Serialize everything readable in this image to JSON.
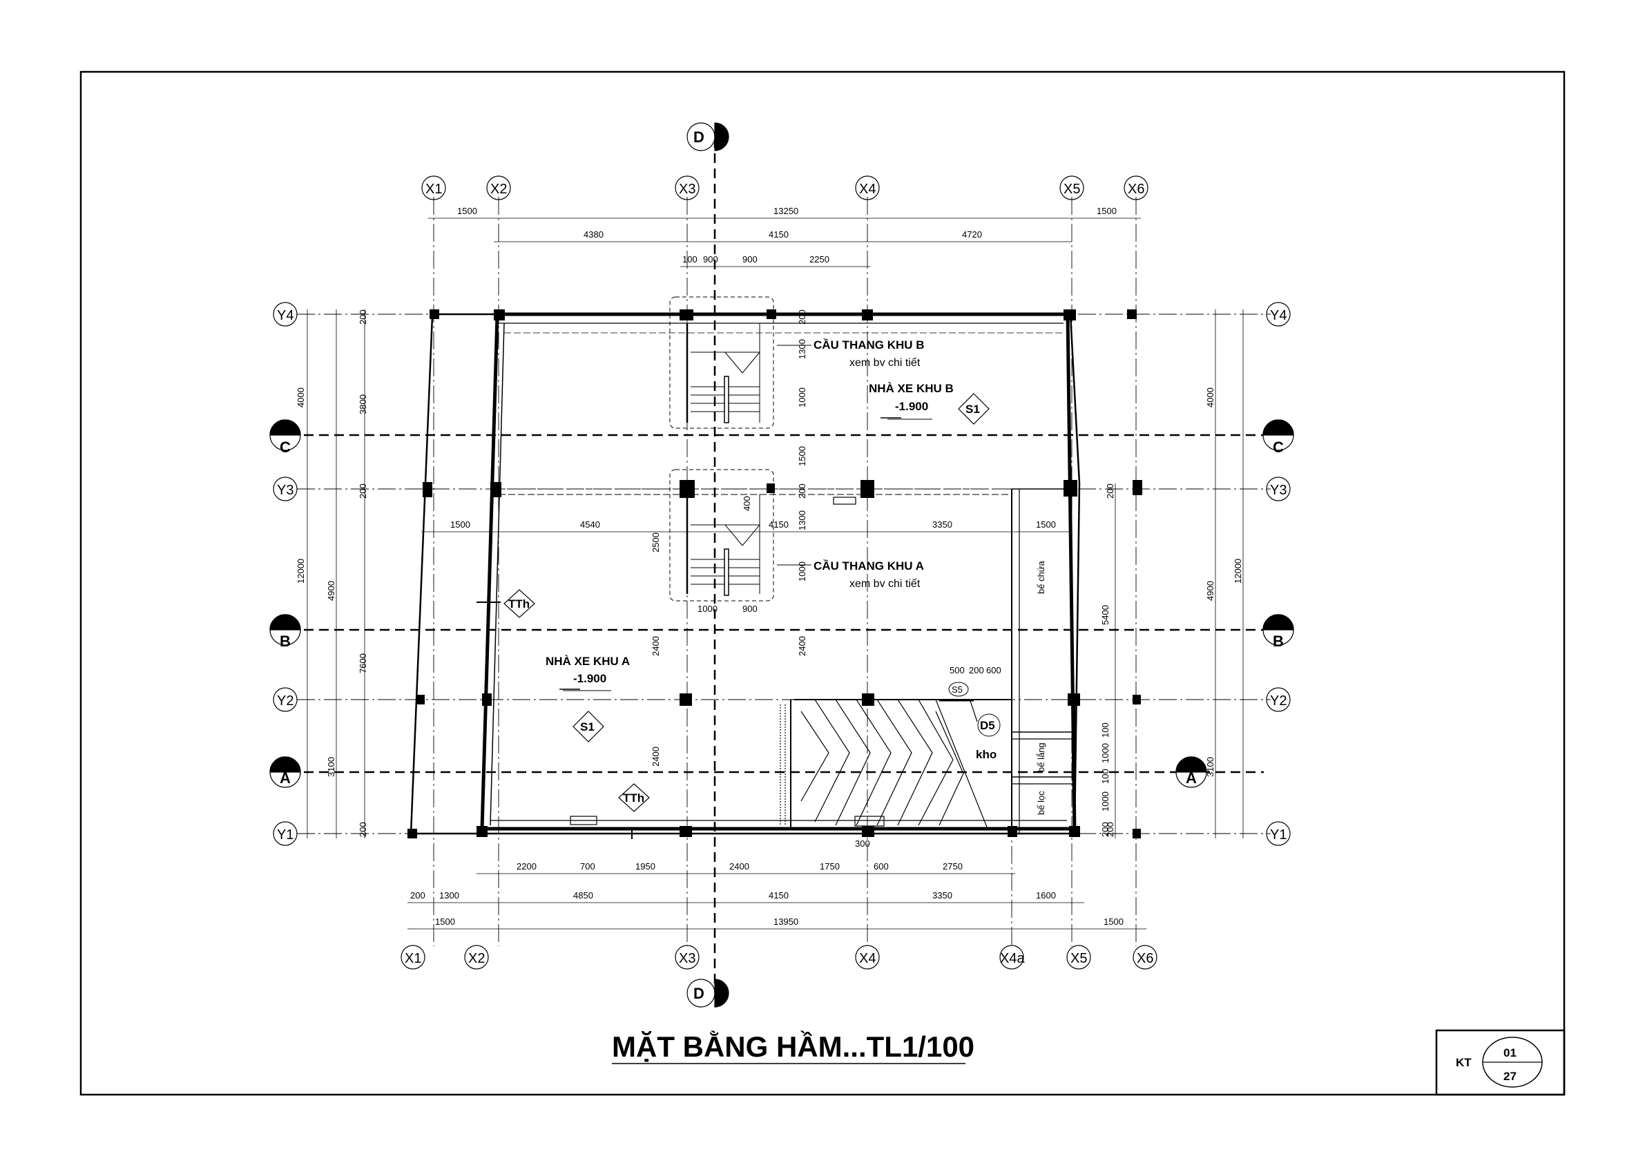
{
  "title": "MẶT BẰNG HẦM...TL1/100",
  "sheet": {
    "code": "KT",
    "number": "01",
    "total": "27"
  },
  "grid": {
    "x_top": [
      "X1",
      "X2",
      "X3",
      "X4",
      "X5",
      "X6"
    ],
    "x_bottom": [
      "X1",
      "X2",
      "X3",
      "X4",
      "X4a",
      "X5",
      "X6"
    ],
    "y": [
      "Y4",
      "Y3",
      "Y2",
      "Y1"
    ]
  },
  "sections": {
    "a": "A",
    "b": "B",
    "c": "C",
    "d": "D"
  },
  "dims": {
    "top_total": "13250",
    "top_1": [
      "1500",
      "1500"
    ],
    "top_2": [
      "4380",
      "4150",
      "4720"
    ],
    "top_3": [
      "100",
      "900",
      "900",
      "2250"
    ],
    "bottom_1": [
      "2200",
      "700",
      "1950",
      "2400",
      "1750",
      "600",
      "2750"
    ],
    "bottom_2": [
      "200",
      "1300",
      "4850",
      "4150",
      "3350",
      "1600"
    ],
    "bottom_3": [
      "1500",
      "13950",
      "1500"
    ],
    "bottom_300": "300",
    "left_outer": [
      "4000",
      "12000",
      "3100"
    ],
    "left_inner": [
      "200",
      "3800",
      "200",
      "4900",
      "7600",
      "200"
    ],
    "right_outer": [
      "4000",
      "12000",
      "3100"
    ],
    "right_inner": [
      "200",
      "4900",
      "200"
    ],
    "mid_row": [
      "1500",
      "4540",
      "4150",
      "3350",
      "1500"
    ],
    "stair_b": [
      "1300",
      "1000",
      "1500",
      "200",
      "200"
    ],
    "stair_a": [
      "400",
      "2500",
      "1300",
      "1000",
      "1000",
      "900"
    ],
    "mid_v": [
      "2400",
      "2400",
      "2400",
      "5400"
    ],
    "door": [
      "500",
      "200",
      "600"
    ],
    "tanks_v": [
      "100",
      "1000",
      "100",
      "1000",
      "200"
    ]
  },
  "labels": {
    "stair_b": "CẦU THANG KHU B",
    "stair_a": "CẦU THANG KHU A",
    "see_detail": "xem bv chi tiết",
    "parking_b": "NHÀ XE KHU B",
    "parking_a": "NHÀ XE KHU A",
    "level": "-1.900",
    "floor_code": "S1",
    "tth": "TTh",
    "s5": "S5",
    "d5": "D5",
    "kho": "kho",
    "be_chua": "bể chứa",
    "be_tang": "bể lắng",
    "be_loc": "bể lọc"
  }
}
